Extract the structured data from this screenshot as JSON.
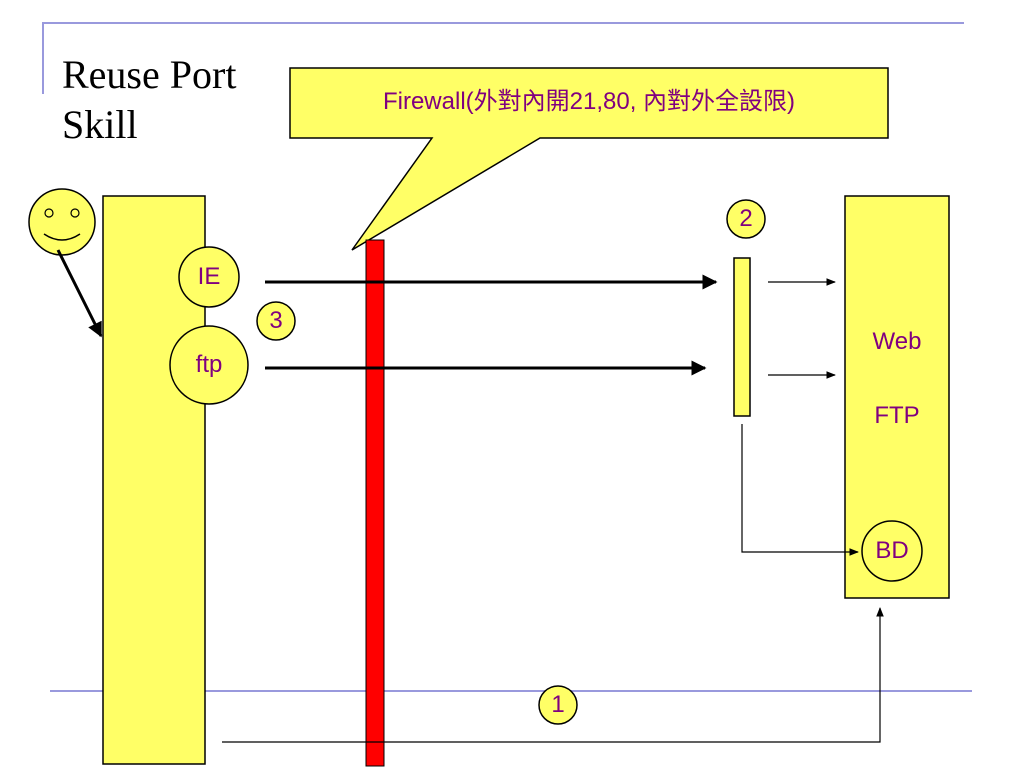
{
  "title": "Reuse Port Skill",
  "firewall_note": "Firewall(外對內開21,80, 內對外全設限)",
  "client": {
    "ie_label": "IE",
    "ftp_label": "ftp"
  },
  "server": {
    "web_label": "Web",
    "ftp_label": "FTP",
    "bd_label": "BD"
  },
  "steps": {
    "step1": "1",
    "step2": "2",
    "step3": "3"
  },
  "colors": {
    "box_fill": "#ffff66",
    "firewall": "#ff0000",
    "text_accent": "#800080",
    "rule": "#9999dd"
  }
}
